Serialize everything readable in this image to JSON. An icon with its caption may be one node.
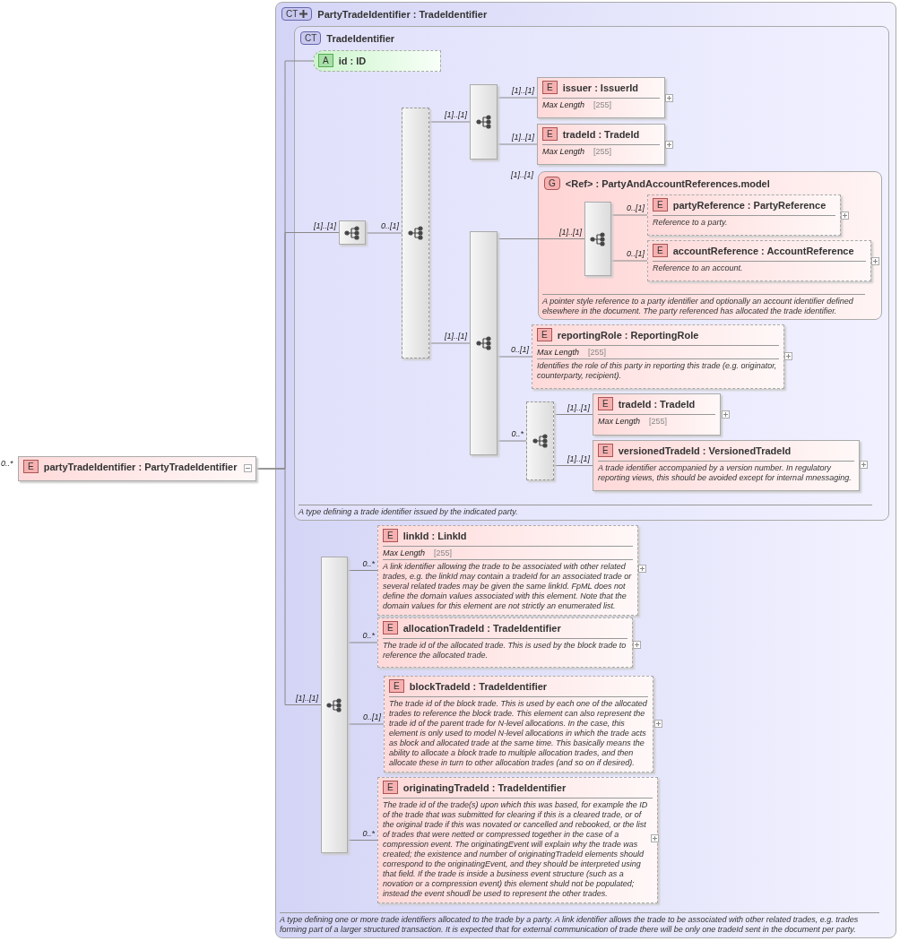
{
  "diagram": {
    "nodes": [
      {
        "text": [
          "E",
          "partyTradeIdentifier : PartyTradeIdentifier"
        ],
        "beside": [
          "0..*"
        ]
      },
      {
        "text": [
          "CT",
          "PartyTradeIdentifier : TradeIdentifier",
          "A type defining one or more trade identifiers allocated to the trade by a party. A link identifier allows the trade to be associated with other related trades, e.g. trades forming part of a larger structured transaction. It is expected that for external communication of trade there will be only one tradeId sent in the document per party."
        ]
      },
      {
        "text": [
          "CT",
          "TradeIdentifier",
          "A type defining a trade identifier issued by the indicated party."
        ],
        "in": 1
      },
      {
        "text": [
          "A",
          "id : ID"
        ],
        "in": 2
      },
      {
        "text": [],
        "shape": "box",
        "in": 2
      },
      {
        "text": [],
        "shape": "box",
        "in": 2
      },
      {
        "text": [],
        "shape": "box",
        "in": 2
      },
      {
        "text": [
          "E",
          "issuer : IssuerId",
          "Max Length",
          "[255]"
        ],
        "in": 2
      },
      {
        "text": [
          "E",
          "tradeId : TradeId",
          "Max Length",
          "[255]"
        ],
        "in": 2
      },
      {
        "text": [],
        "shape": "box",
        "in": 2
      },
      {
        "text": [
          "G",
          "<Ref> : PartyAndAccountReferences.model",
          "A pointer style reference to a party identifier and optionally an account identifier defined elsewhere in the document. The party referenced has allocated the trade identifier."
        ],
        "beside": [
          "[1]..[1]"
        ],
        "in": 2
      },
      {
        "text": [],
        "shape": "box",
        "in": 10
      },
      {
        "text": [
          "E",
          "partyReference : PartyReference",
          "Reference to a party."
        ],
        "in": 10
      },
      {
        "text": [
          "E",
          "accountReference : AccountReference",
          "Reference to an account."
        ],
        "in": 10
      },
      {
        "text": [
          "E",
          "reportingRole : ReportingRole",
          "Max Length",
          "[255]",
          "Identifies the role of this party in reporting this trade (e.g. originator, counterparty, recipient)."
        ],
        "in": 2
      },
      {
        "text": [],
        "shape": "box",
        "in": 2
      },
      {
        "text": [
          "E",
          "tradeId : TradeId",
          "Max Length",
          "[255]"
        ],
        "in": 2
      },
      {
        "text": [
          "E",
          "versionedTradeId : VersionedTradeId",
          "A trade identifier accompanied by a version number. In regulatory reporting views, this should be avoided except for internal mnessaging."
        ],
        "in": 2
      },
      {
        "text": [],
        "shape": "box",
        "in": 1
      },
      {
        "text": [
          "E",
          "linkId : LinkId",
          "Max Length",
          "[255]",
          "A link identifier allowing the trade to be associated with other related trades, e.g. the linkId may contain a tradeId for an associated trade or several related trades may be given the same linkId. FpML does not define the domain values associated with this element. Note that the domain values for this element are not strictly an enumerated list."
        ],
        "in": 1
      },
      {
        "text": [
          "E",
          "allocationTradeId : TradeIdentifier",
          "The trade id of the allocated trade. This is used by the block trade to reference the allocated trade."
        ],
        "in": 1
      },
      {
        "text": [
          "E",
          "blockTradeId : TradeIdentifier",
          "The trade id of the block trade. This is used by each one of the allocated trades to reference the block trade. This element can also represent the trade id of the parent trade for N-level allocations. In the case, this element is only used to model N-level allocations in which the trade acts as block and allocated trade at the same time. This basically means the ability to allocate a block trade to multiple allocation trades, and then allocate these in turn to other allocation trades (and so on if desired)."
        ],
        "in": 1
      },
      {
        "text": [
          "E",
          "originatingTradeId : TradeIdentifier",
          "The trade id of the trade(s) upon which this was based, for example the ID of the trade that was submitted for clearing if this is a cleared trade, or of the original trade if this was novated or cancelled and rebooked, or the list of trades that were netted or compressed together in the case of a compression event. The originatingEvent will explain why the trade was created; the existence and number of originatingTradeId elements should correspond to the originatingEvent, and they should be interpreted using that field. If the trade is inside a business event structure (such as a novation or a compression event) this element shuld not be populated; instead the event shoudl be used to represent the other trades."
        ],
        "in": 1
      }
    ],
    "edges": [
      {
        "from": 0,
        "to": 3,
        "arrow": "none"
      },
      {
        "from": 0,
        "to": 4,
        "arrow": "none",
        "label": "[1]..[1]"
      },
      {
        "from": 4,
        "to": 5,
        "arrow": "none",
        "label": "0..[1]"
      },
      {
        "from": 5,
        "to": 6,
        "arrow": "none",
        "label": "[1]..[1]"
      },
      {
        "from": 6,
        "to": 7,
        "arrow": "none",
        "label": "[1]..[1]"
      },
      {
        "from": 6,
        "to": 8,
        "arrow": "none",
        "label": "[1]..[1]"
      },
      {
        "from": 5,
        "to": 9,
        "arrow": "none",
        "label": "[1]..[1]"
      },
      {
        "from": 9,
        "to": 11,
        "arrow": "none",
        "label": "[1]..[1]"
      },
      {
        "from": 11,
        "to": 12,
        "arrow": "none",
        "label": "0..[1]"
      },
      {
        "from": 11,
        "to": 13,
        "arrow": "none",
        "label": "0..[1]"
      },
      {
        "from": 9,
        "to": 14,
        "arrow": "none",
        "label": "0..[1]"
      },
      {
        "from": 9,
        "to": 15,
        "arrow": "none",
        "label": "0..*"
      },
      {
        "from": 15,
        "to": 16,
        "arrow": "none",
        "label": "[1]..[1]"
      },
      {
        "from": 15,
        "to": 17,
        "arrow": "none",
        "label": "[1]..[1]"
      },
      {
        "from": 0,
        "to": 18,
        "arrow": "none",
        "label": "[1]..[1]"
      },
      {
        "from": 18,
        "to": 19,
        "arrow": "none",
        "label": "0..*"
      },
      {
        "from": 18,
        "to": 20,
        "arrow": "none",
        "label": "0..*"
      },
      {
        "from": 18,
        "to": 21,
        "arrow": "none",
        "label": "0..[1]"
      },
      {
        "from": 18,
        "to": 22,
        "arrow": "none",
        "label": "0..*"
      }
    ]
  }
}
